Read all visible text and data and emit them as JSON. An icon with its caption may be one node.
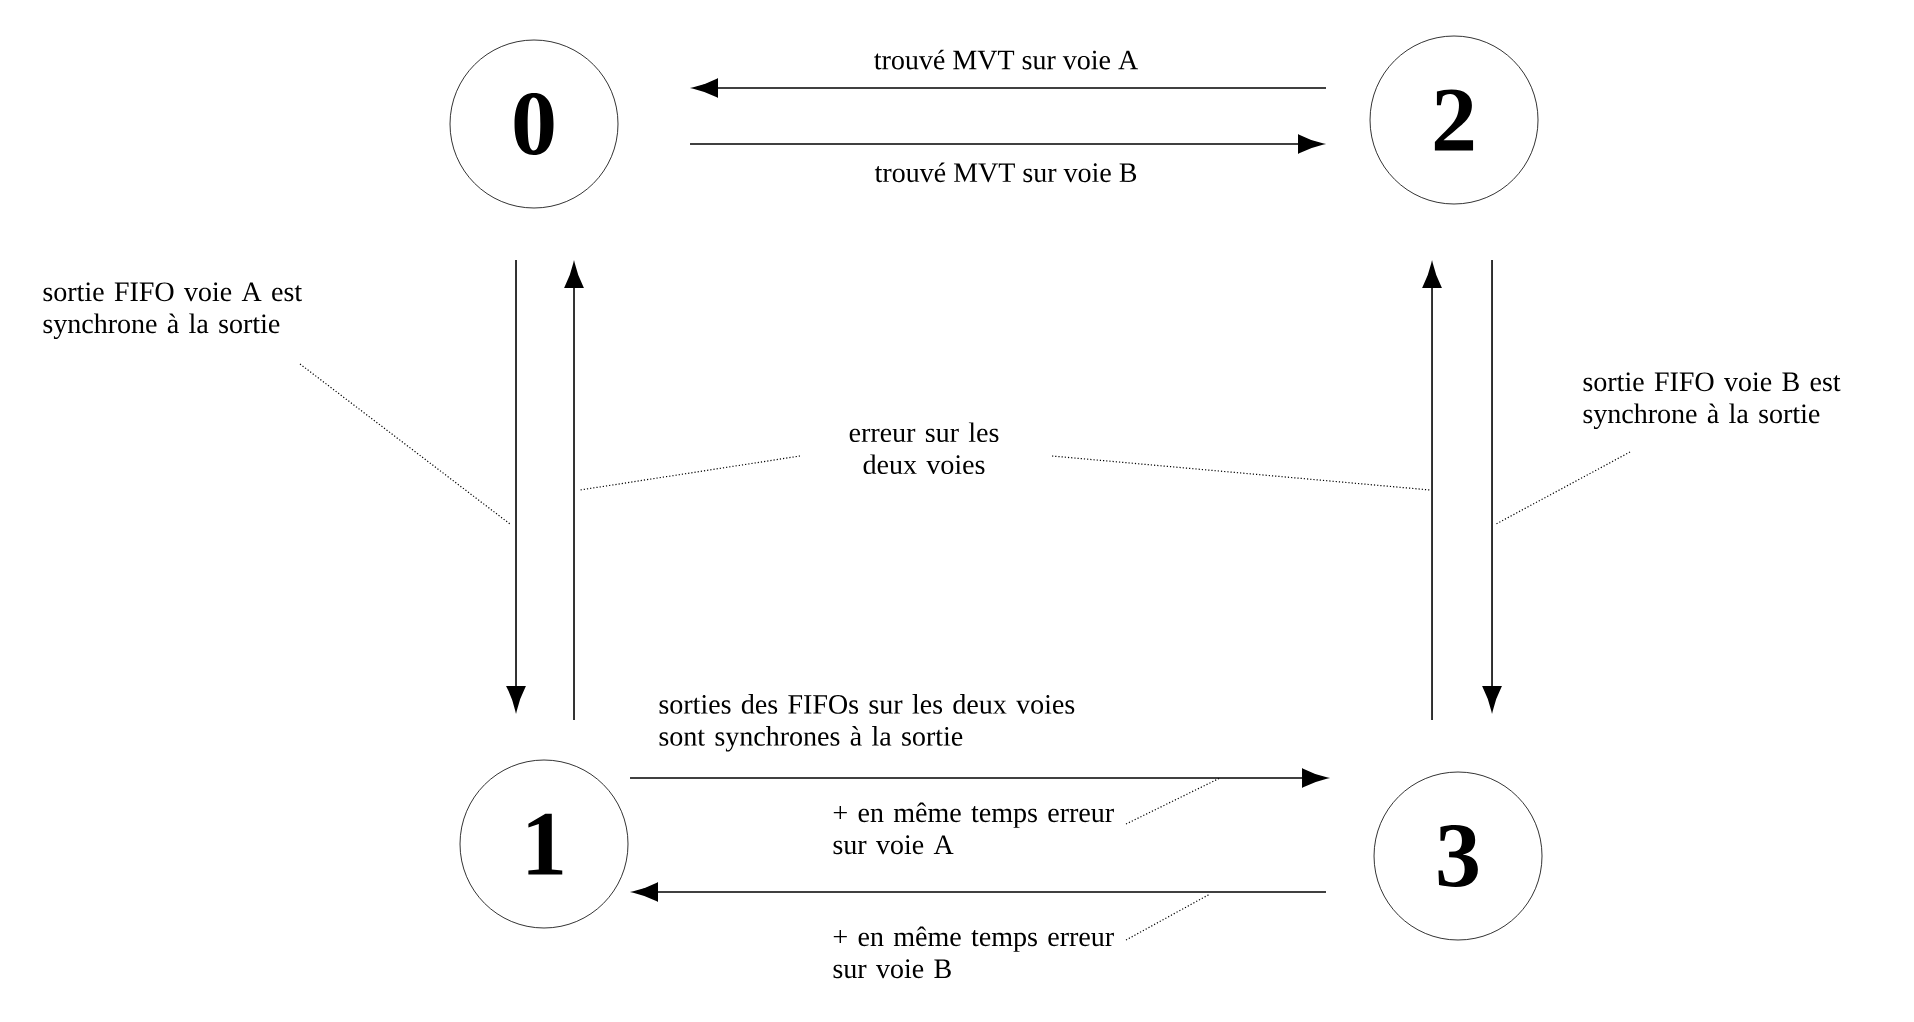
{
  "diagram": {
    "nodes": [
      {
        "text": [
          "0"
        ]
      },
      {
        "text": [
          "1"
        ]
      },
      {
        "text": [
          "2"
        ]
      },
      {
        "text": [
          "3"
        ]
      },
      {
        "text": [
          "sortie FIFO voie A est synchrone à la sortie"
        ]
      },
      {
        "text": [
          "erreur sur les deux voies"
        ]
      },
      {
        "text": [
          "sortie FIFO voie B est synchrone à la sortie"
        ]
      },
      {
        "text": [
          "+ en même temps erreur sur voie A"
        ]
      },
      {
        "text": [
          "+ en même temps erreur sur voie B"
        ]
      }
    ],
    "edges": [
      {
        "from": 2,
        "to": 0,
        "arrow": "to",
        "label": "trouvé MVT sur voie A"
      },
      {
        "from": 0,
        "to": 2,
        "arrow": "to",
        "label": "trouvé MVT sur voie B"
      },
      {
        "from": 0,
        "to": 1,
        "arrow": "to"
      },
      {
        "from": 1,
        "to": 0,
        "arrow": "to"
      },
      {
        "from": 3,
        "to": 2,
        "arrow": "to"
      },
      {
        "from": 2,
        "to": 3,
        "arrow": "to"
      },
      {
        "from": 1,
        "to": 3,
        "arrow": "to",
        "label": "sorties des FIFOs sur les deux voies sont synchrones à la sortie"
      },
      {
        "from": 3,
        "to": 1,
        "arrow": "to"
      },
      {
        "from": 4,
        "to": null,
        "arrow": "none",
        "style": "dashed"
      },
      {
        "from": 5,
        "to": null,
        "arrow": "none",
        "style": "dashed"
      },
      {
        "from": 5,
        "to": null,
        "arrow": "none",
        "style": "dashed"
      },
      {
        "from": 6,
        "to": null,
        "arrow": "none",
        "style": "dashed"
      },
      {
        "from": 7,
        "to": null,
        "arrow": "none",
        "style": "dashed"
      },
      {
        "from": 8,
        "to": null,
        "arrow": "none",
        "style": "dashed"
      }
    ]
  }
}
